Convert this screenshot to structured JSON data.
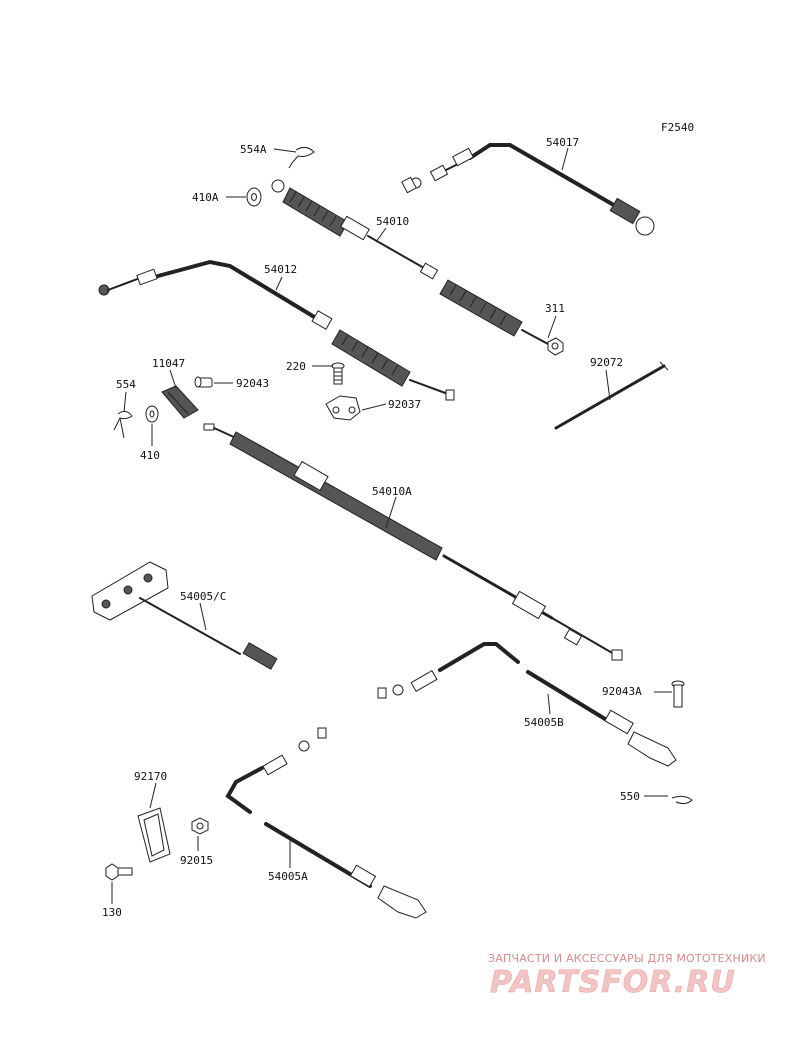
{
  "diagram": {
    "code": "F2540",
    "callouts": {
      "p554A": "554A",
      "p410A": "410A",
      "p54017": "54017",
      "p54010": "54010",
      "p54012": "54012",
      "p311": "311",
      "p92072": "92072",
      "p11047": "11047",
      "p92043": "92043",
      "p220": "220",
      "p554": "554",
      "p92037": "92037",
      "p410": "410",
      "p54010A": "54010A",
      "p54005C": "54005/C",
      "p92043A": "92043A",
      "p54005B": "54005B",
      "p550": "550",
      "p92170": "92170",
      "p92015": "92015",
      "p54005A": "54005A",
      "p130": "130"
    }
  },
  "watermark": {
    "tagline": "ЗАПЧАСТИ И АКСЕССУАРЫ ДЛЯ МОТОТЕХНИКИ",
    "logo": "PARTSFOR.RU"
  }
}
